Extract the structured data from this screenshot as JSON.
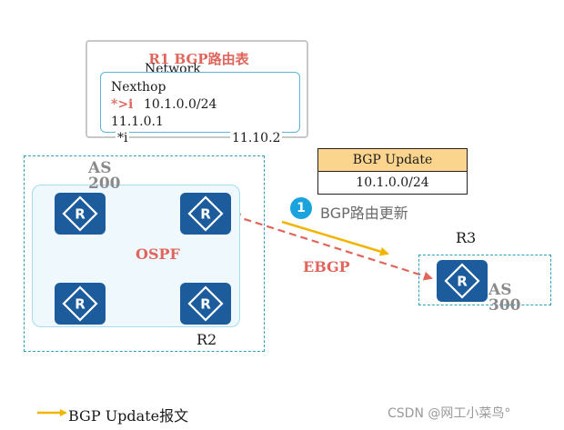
{
  "routing_table": {
    "title": "R1 BGP路由表",
    "col_network": "Network",
    "col_nexthop": "Nexthop",
    "row1_flag": "*>i",
    "row1_network": "10.1.0.0/24",
    "row1_nexthop": "11.1.0.1",
    "row2_flag": "*i",
    "row2_nexthop": "11.10.2"
  },
  "bgp_update": {
    "header": "BGP Update",
    "prefix": "10.1.0.0/24"
  },
  "as_left": {
    "label_line1": "AS",
    "label_line2": "200",
    "igp": "OSPF",
    "router_label": "R2"
  },
  "as_right": {
    "label_line1": "AS",
    "label_line2": "300",
    "router_label": "R3"
  },
  "link": {
    "protocol": "EBGP"
  },
  "step": {
    "number": "1",
    "text": "BGP路由更新"
  },
  "legend": {
    "text": "BGP Update报文"
  },
  "watermark": "CSDN @网工小菜鸟°",
  "colors": {
    "accent_red": "#e0665c",
    "router_blue": "#1d5c9c",
    "update_yellow": "#f3b400",
    "update_header_fill": "#fbd58e",
    "badge_blue": "#1aa3dc"
  },
  "icons": {
    "router": "router-icon"
  }
}
